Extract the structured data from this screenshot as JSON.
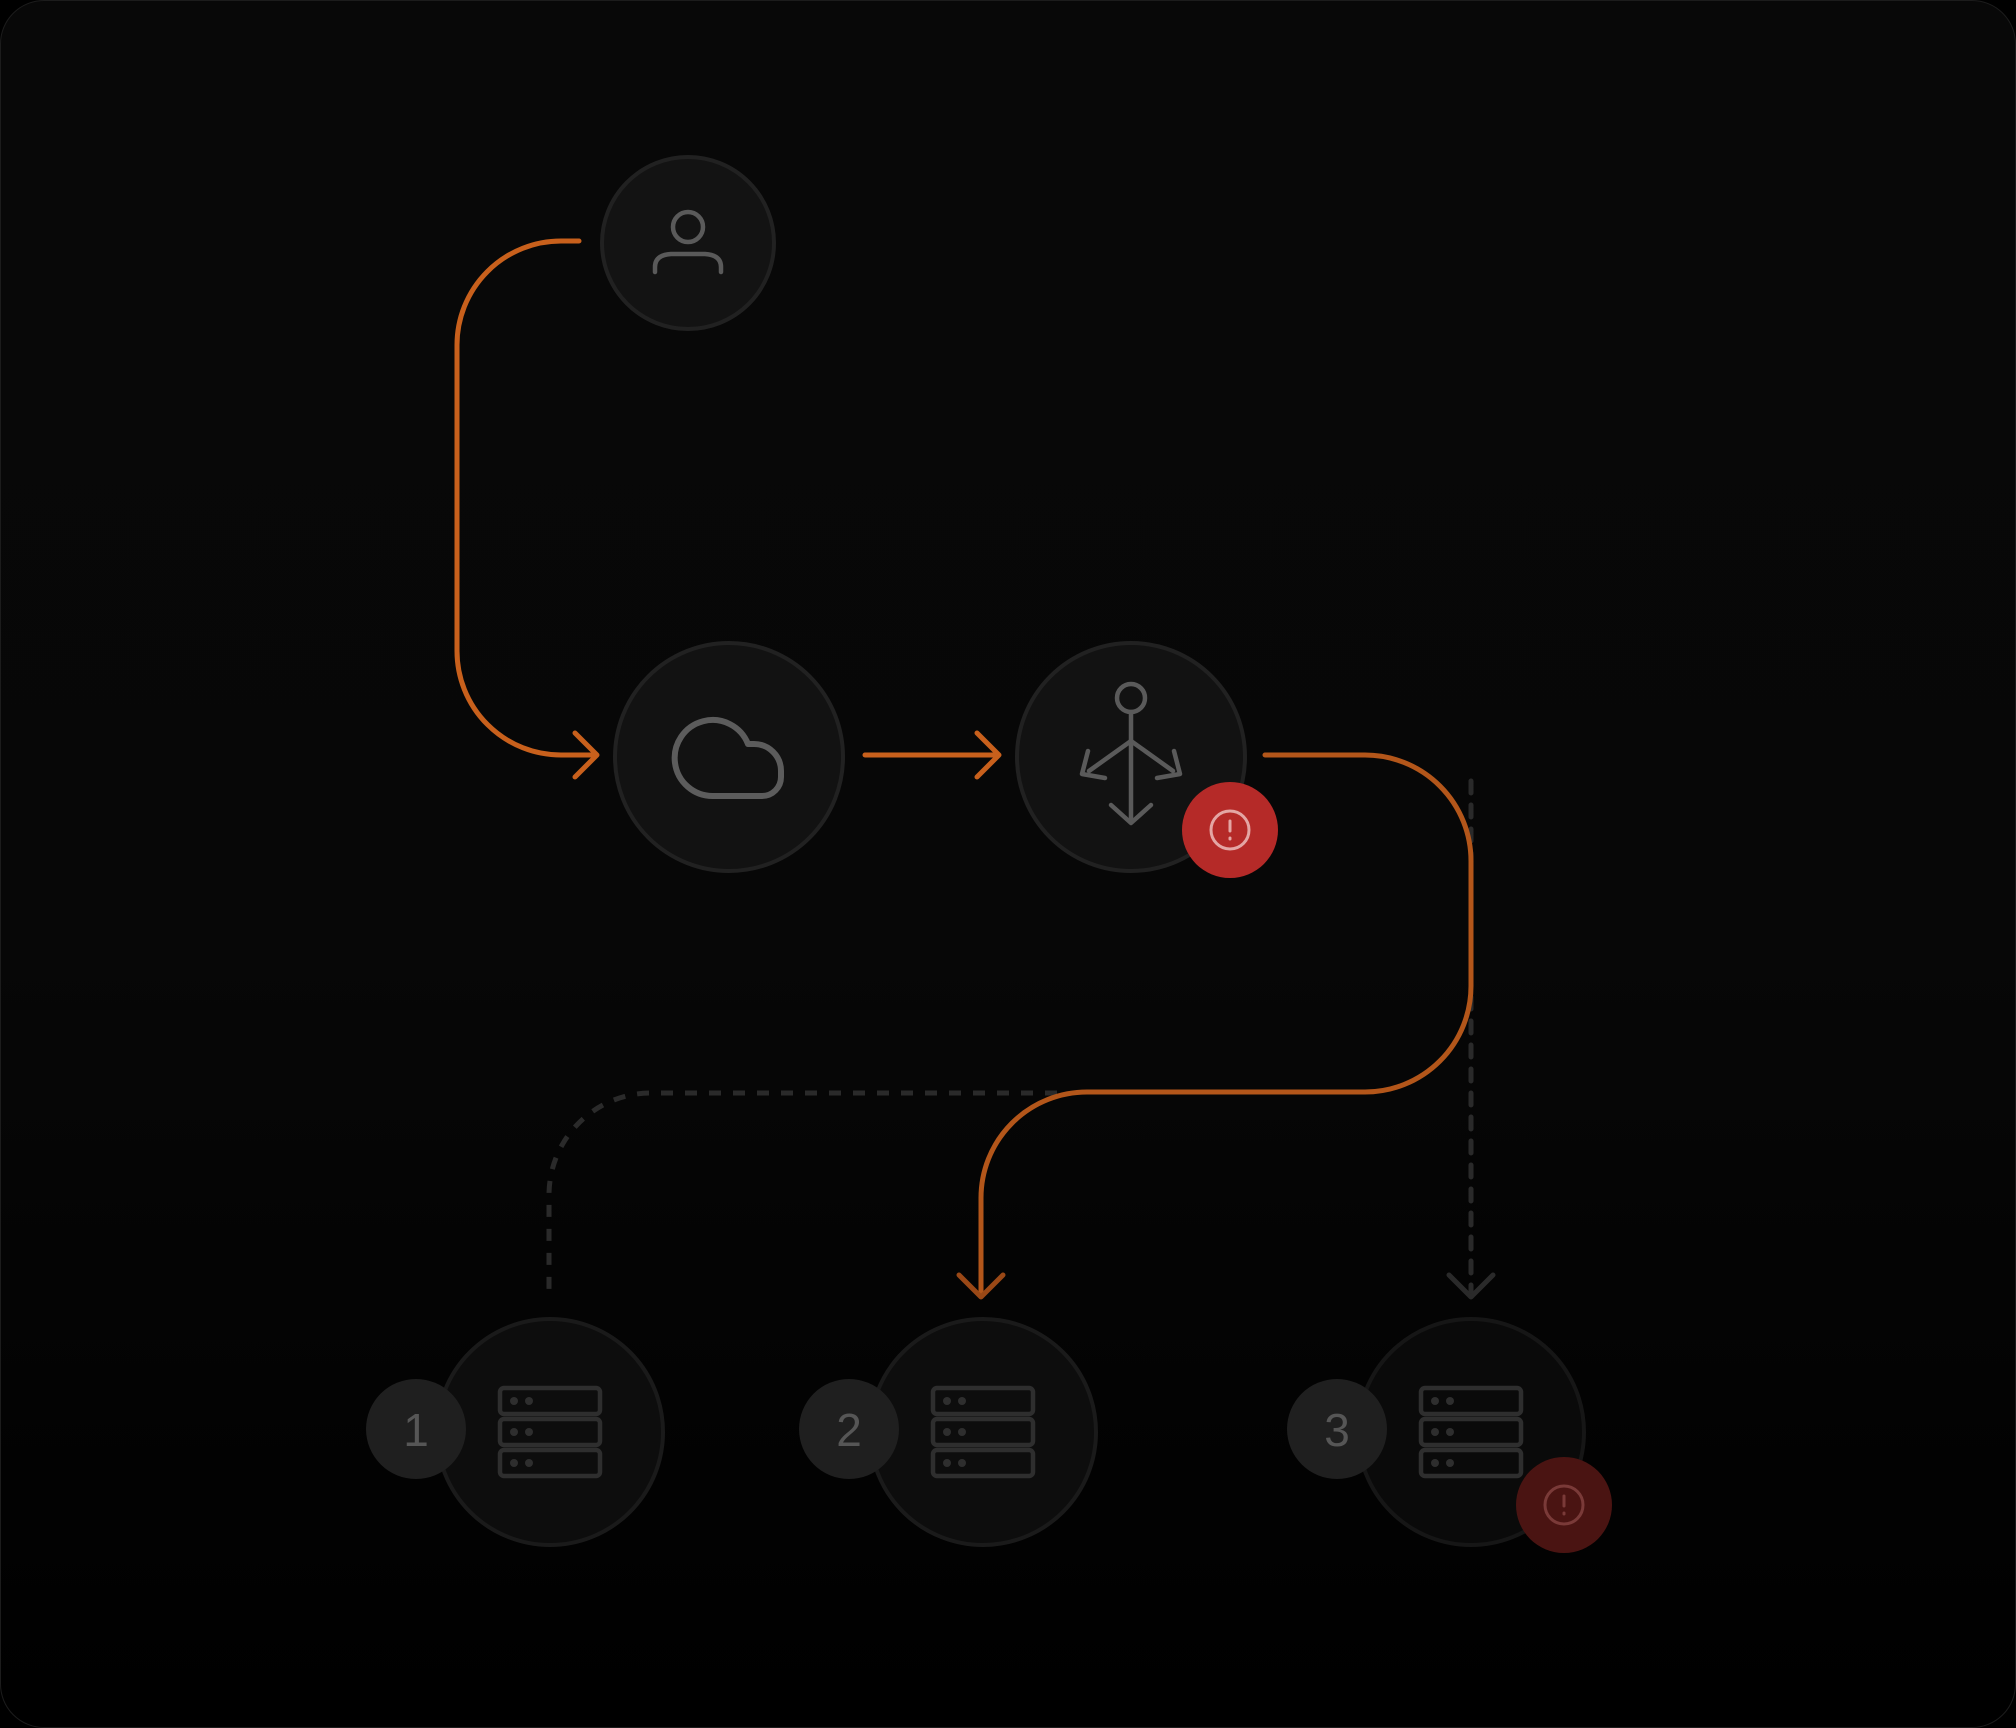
{
  "diagram": {
    "nodes": [
      {
        "id": "user",
        "icon": "user-icon",
        "status": "active"
      },
      {
        "id": "cloud",
        "icon": "cloud-icon",
        "status": "active"
      },
      {
        "id": "load-balancer",
        "icon": "load-balancer-icon",
        "status": "error"
      },
      {
        "id": "server-1",
        "icon": "server-icon",
        "number": "1",
        "status": "inactive"
      },
      {
        "id": "server-2",
        "icon": "server-icon",
        "number": "2",
        "status": "active"
      },
      {
        "id": "server-3",
        "icon": "server-icon",
        "number": "3",
        "status": "error-faded"
      }
    ],
    "edges": [
      {
        "from": "user",
        "to": "cloud",
        "style": "solid",
        "active": true
      },
      {
        "from": "cloud",
        "to": "load-balancer",
        "style": "solid",
        "active": true
      },
      {
        "from": "load-balancer",
        "to": "server-2",
        "style": "solid",
        "active": true
      },
      {
        "from": "load-balancer",
        "to": "server-1",
        "style": "dashed",
        "active": false
      },
      {
        "from": "load-balancer",
        "to": "server-3",
        "style": "dashed",
        "active": false
      }
    ],
    "badges": [
      {
        "target": "load-balancer",
        "icon": "alert-circle-icon",
        "color": "#b52a28"
      },
      {
        "target": "server-3",
        "icon": "alert-circle-icon",
        "color": "#4a1412"
      }
    ]
  },
  "colors": {
    "accent": "#c8601c",
    "accent_dark": "#9a4816",
    "error": "#b52a28",
    "error_faded": "#4a1412",
    "background": "#070707"
  }
}
